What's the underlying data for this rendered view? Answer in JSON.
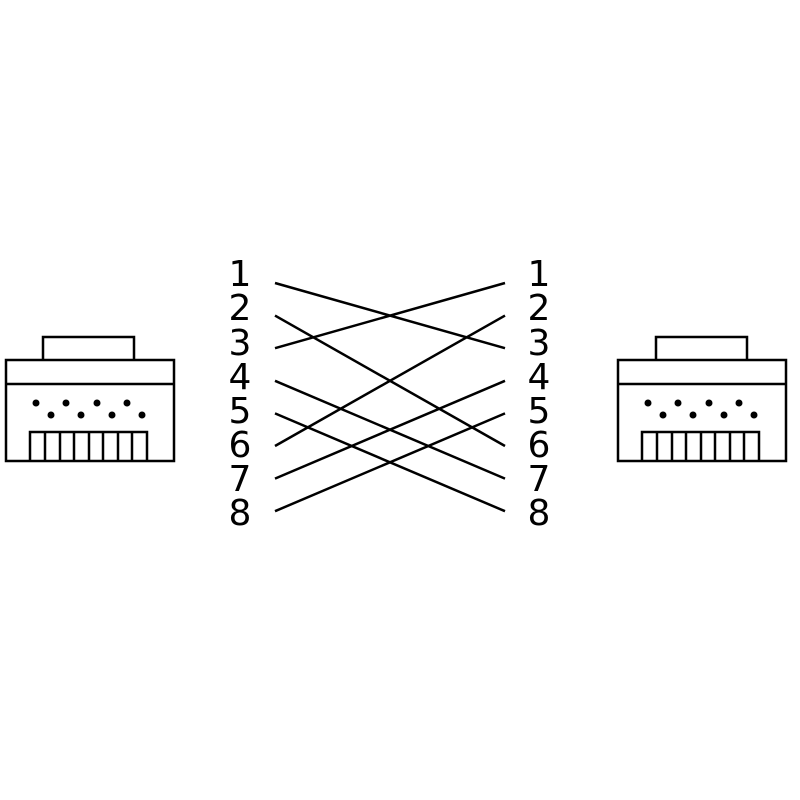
{
  "colors": {
    "ink": "#000000",
    "background": "#ffffff"
  },
  "left_labels": [
    "1",
    "2",
    "3",
    "4",
    "5",
    "6",
    "7",
    "8"
  ],
  "right_labels": [
    "1",
    "2",
    "3",
    "4",
    "5",
    "6",
    "7",
    "8"
  ],
  "wiring": [
    {
      "from": "1",
      "to": "3"
    },
    {
      "from": "2",
      "to": "6"
    },
    {
      "from": "3",
      "to": "1"
    },
    {
      "from": "4",
      "to": "7"
    },
    {
      "from": "5",
      "to": "8"
    },
    {
      "from": "6",
      "to": "2"
    },
    {
      "from": "7",
      "to": "4"
    },
    {
      "from": "8",
      "to": "5"
    }
  ]
}
